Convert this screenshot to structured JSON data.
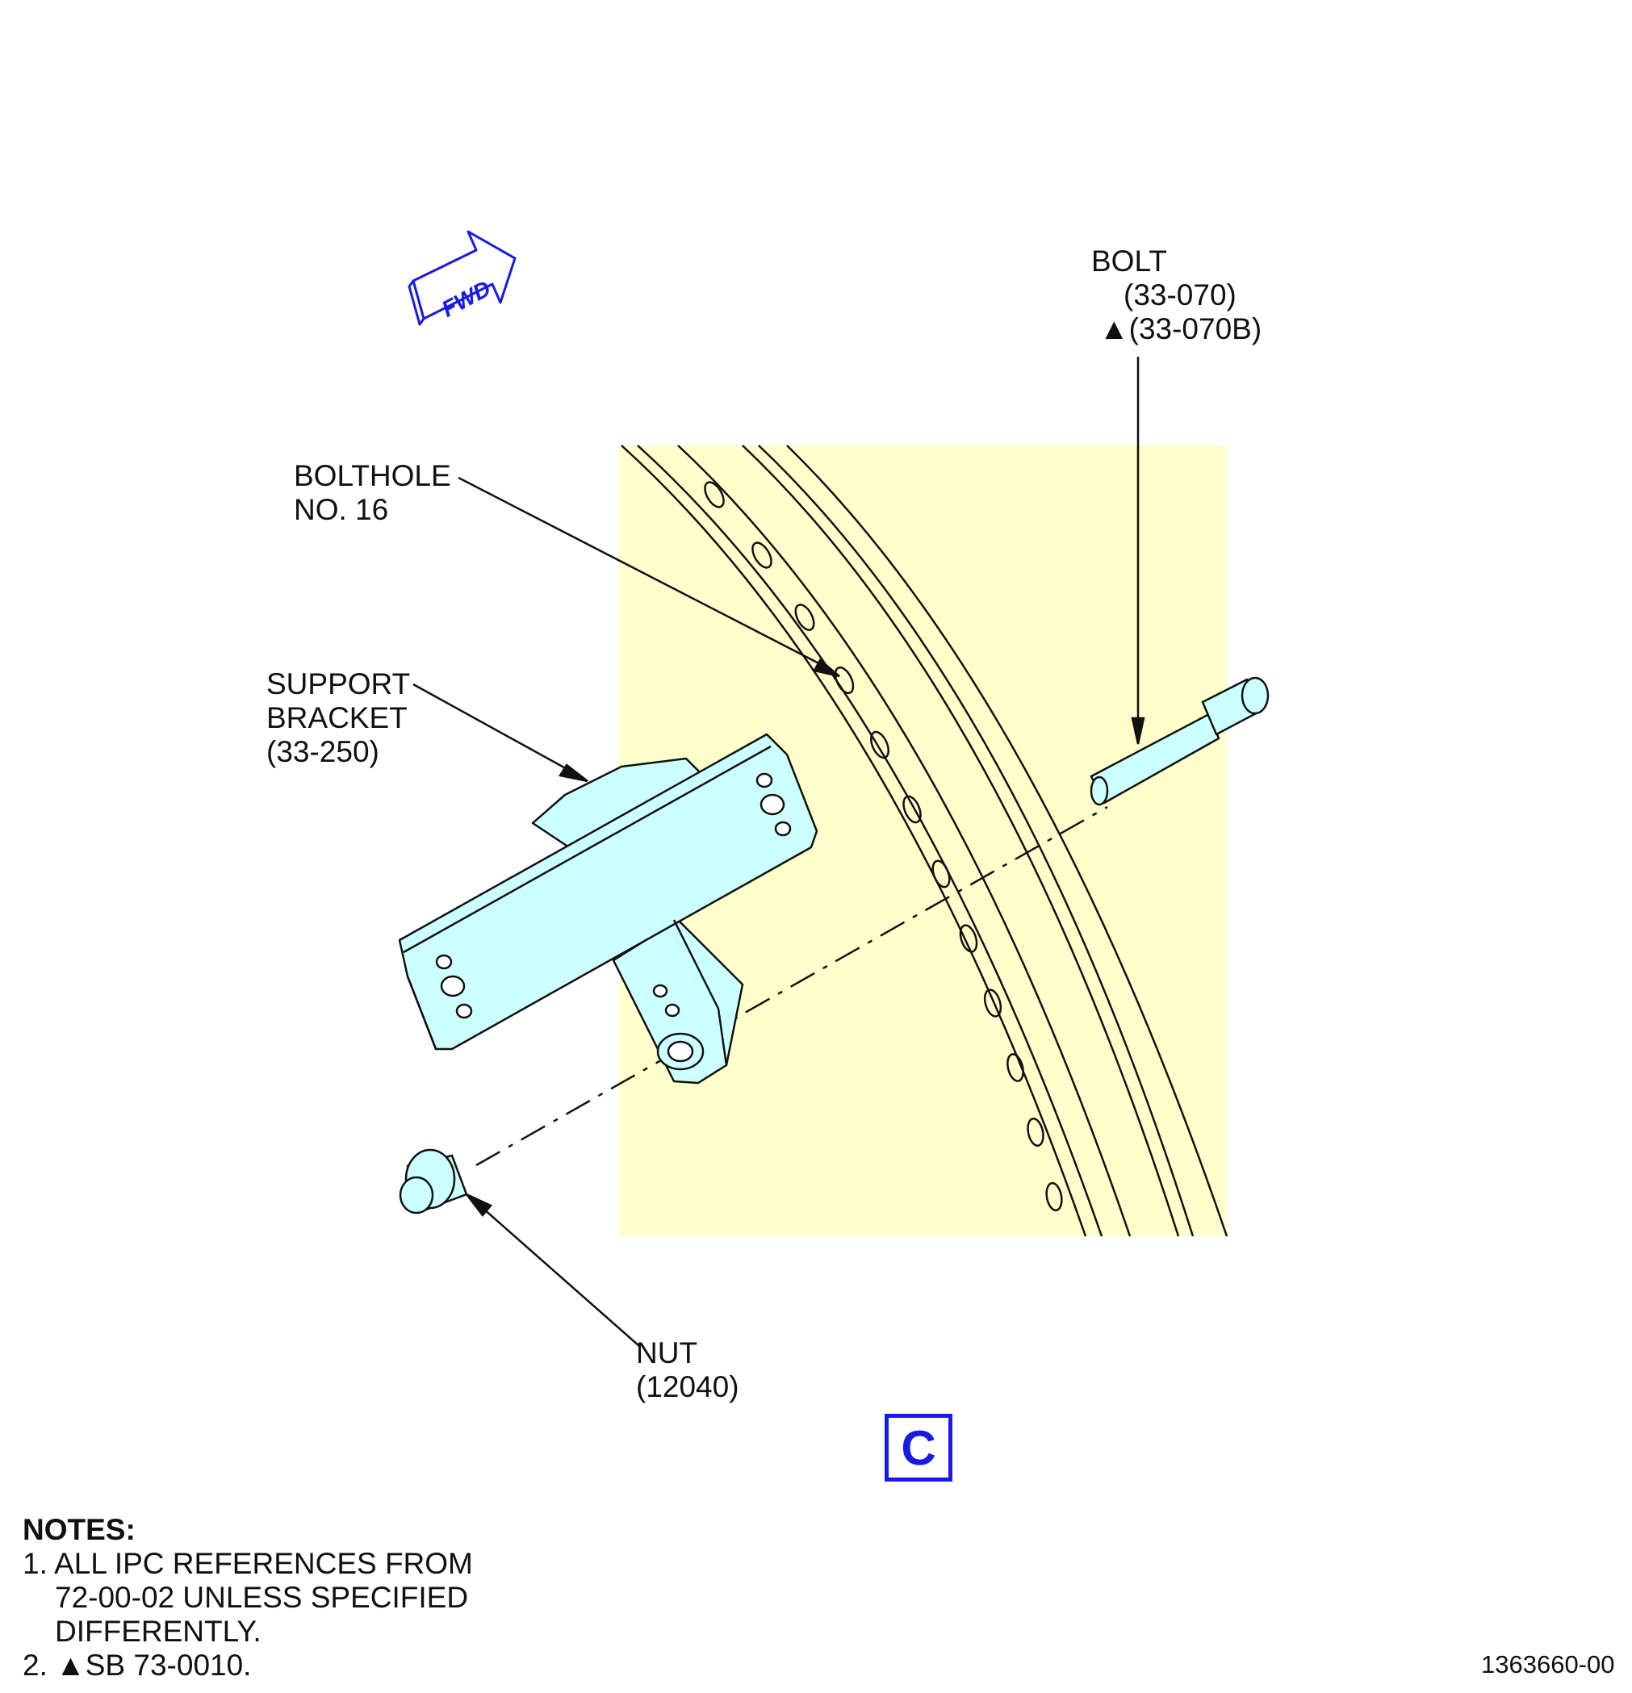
{
  "figure": {
    "fwd_arrow": "FWD",
    "view_letter": "C",
    "doc_number": "1363660-00"
  },
  "callouts": {
    "bolt": {
      "name": "BOLT",
      "ref1": "(33-070)",
      "ref2": "▲(33-070B)"
    },
    "bolthole": {
      "line1": "BOLTHOLE",
      "line2": "NO. 16"
    },
    "support_bracket": {
      "line1": "SUPPORT",
      "line2": "BRACKET",
      "line3": "(33-250)"
    },
    "nut": {
      "name": "NUT",
      "ref": "(12040)"
    }
  },
  "notes": {
    "title": "NOTES:",
    "n1_line1": "1. ALL IPC REFERENCES FROM",
    "n1_line2": "72-00-02 UNLESS SPECIFIED",
    "n1_line3": "DIFFERENTLY.",
    "n2": "2. ▲SB 73-0010."
  },
  "colors": {
    "highlight_area": "#ffffcc",
    "bracket_fill": "#ccffff",
    "accent_blue": "#1a1ae6",
    "line": "#111111"
  }
}
